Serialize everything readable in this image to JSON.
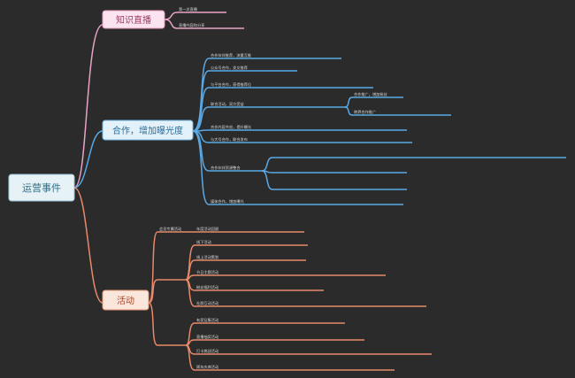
{
  "root": {
    "label": "运营事件"
  },
  "branches": [
    {
      "key": "zhibo",
      "label": "知识直播",
      "color": "#e9a3c6",
      "leaves": [
        "第一次直播",
        "直播内容和分享"
      ]
    },
    {
      "key": "hezuo",
      "label": "合作，增加曝光度",
      "color": "#5aa9e6",
      "leaves": [
        "合作伙伴推荐，流量互推",
        "公众号合作，发文推荐",
        "与平台合作，获得推荐位",
        "联合活动，双方受益",
        "合作推广，增加粉丝",
        "跨界合作推广",
        "合作内容共创，提升曝光",
        "与大号合作，联合发布",
        "合作伙伴资源整合",
        "媒体合作，增加曝光"
      ]
    },
    {
      "key": "huodong",
      "label": "活动",
      "color": "#e8896a",
      "leaves": [
        "年度活动回顾",
        "线下活动",
        "线上活动策划",
        "节日主题活动",
        "粉丝福利活动",
        "社群互动活动",
        "有奖征集活动",
        "直播抽奖活动",
        "打卡挑战活动",
        "周年庆典活动",
        "会员专属活动"
      ]
    }
  ]
}
